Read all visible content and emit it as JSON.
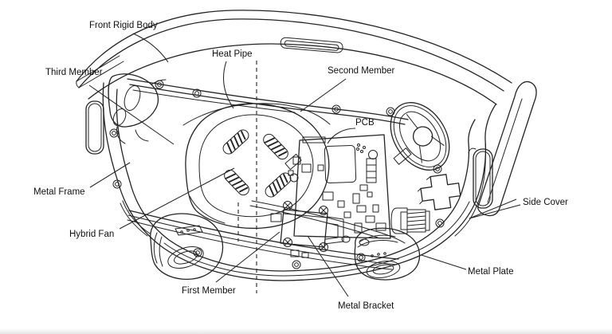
{
  "figure": {
    "type": "patent-line-drawing",
    "subject": "Head-mounted display internal cooling assembly diagram",
    "background_color": "#ffffff",
    "line_color": "#242424",
    "label_color": "#101010"
  },
  "labels": [
    {
      "id": "front-rigid-body",
      "text": "Front Rigid Body"
    },
    {
      "id": "heat-pipe",
      "text": "Heat Pipe"
    },
    {
      "id": "third-member",
      "text": "Third Member"
    },
    {
      "id": "second-member",
      "text": "Second Member"
    },
    {
      "id": "pcb",
      "text": "PCB"
    },
    {
      "id": "metal-frame",
      "text": "Metal Frame"
    },
    {
      "id": "side-cover",
      "text": "Side Cover"
    },
    {
      "id": "hybrid-fan",
      "text": "Hybrid Fan"
    },
    {
      "id": "first-member",
      "text": "First Member"
    },
    {
      "id": "metal-plate",
      "text": "Metal Plate"
    },
    {
      "id": "metal-bracket",
      "text": "Metal Bracket"
    }
  ]
}
